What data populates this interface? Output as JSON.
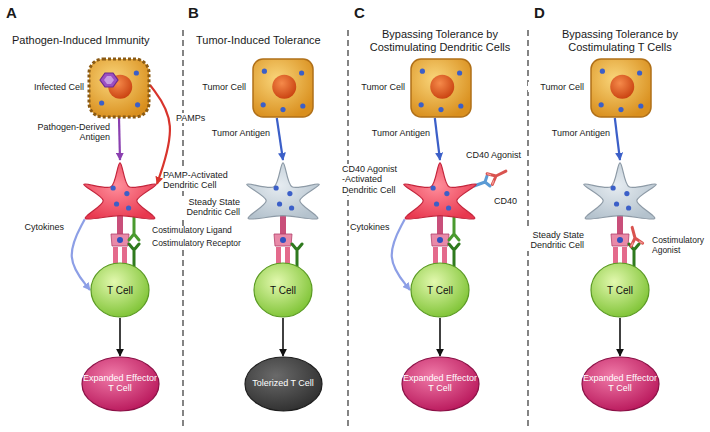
{
  "diagram": {
    "nodes": [
      {
        "text": [
          "Infected Cell"
        ]
      },
      {
        "text": [
          "PAMP-Activated Dendritic Cell"
        ]
      },
      {
        "text": [
          "T Cell"
        ]
      },
      {
        "text": [
          "Expanded Effector T Cell"
        ]
      },
      {
        "text": [
          "Tumor Cell"
        ]
      },
      {
        "text": [
          "Steady State Dendritic Cell"
        ]
      },
      {
        "text": [
          "T Cell"
        ]
      },
      {
        "text": [
          "Tolerized T Cell"
        ]
      },
      {
        "text": [
          "Tumor Cell"
        ]
      },
      {
        "text": [
          "CD40 Agonist -Activated Dendritic Cell"
        ]
      },
      {
        "text": [
          "T Cell"
        ]
      },
      {
        "text": [
          "Expanded Effector T Cell"
        ]
      },
      {
        "text": [
          "Tumor Cell"
        ]
      },
      {
        "text": [
          "Steady State Dendritic Cell"
        ]
      },
      {
        "text": [
          "T Cell"
        ]
      },
      {
        "text": [
          "Expanded Effector T Cell"
        ]
      }
    ],
    "edges": [
      {
        "from": 0,
        "to": 1,
        "label": "Pathogen-Derived Antigen",
        "arrow": "to"
      },
      {
        "from": 0,
        "to": 1,
        "label": "PAMPs",
        "arrow": "to"
      },
      {
        "from": 1,
        "to": 2,
        "label": "Cytokines",
        "arrow": "to"
      },
      {
        "from": 2,
        "to": 3,
        "arrow": "to"
      },
      {
        "from": 4,
        "to": 5,
        "label": "Tumor Antigen",
        "arrow": "to"
      },
      {
        "from": 6,
        "to": 7,
        "arrow": "to"
      },
      {
        "from": 8,
        "to": 9,
        "label": "Tumor Antigen",
        "arrow": "to"
      },
      {
        "from": 9,
        "to": 10,
        "label": "Cytokines",
        "arrow": "to"
      },
      {
        "from": 10,
        "to": 11,
        "arrow": "to"
      },
      {
        "from": 12,
        "to": 13,
        "label": "Tumor Antigen",
        "arrow": "to"
      },
      {
        "from": 14,
        "to": 15,
        "arrow": "to"
      }
    ],
    "labels": [
      "A",
      "Pathogen-Induced Immunity",
      "Costimulatory Ligand",
      "Costimulatory Receptor",
      "B",
      "Tumor-Induced Tolerance",
      "C",
      "Bypassing Tolerance by Costimulating Dendritic Cells",
      "CD40 Agonist",
      "CD40",
      "D",
      "Bypassing Tolerance by Costimulating T Cells",
      "Costimulatory Agonist"
    ]
  }
}
